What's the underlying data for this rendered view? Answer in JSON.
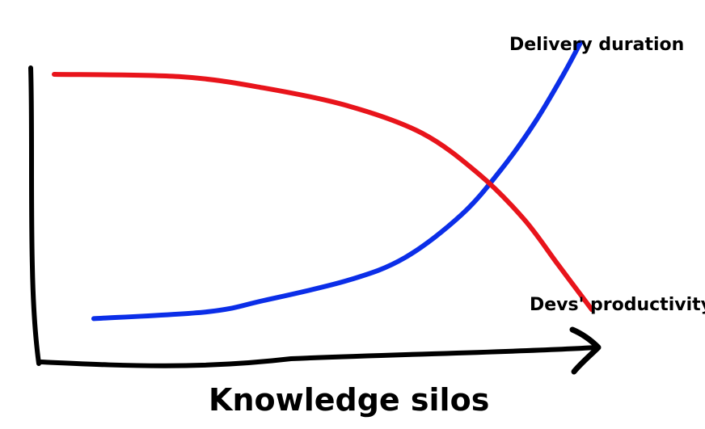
{
  "chart_data": {
    "type": "line",
    "title": "",
    "xlabel": "Knowledge silos",
    "ylabel": "",
    "xlim": [
      0,
      10
    ],
    "ylim": [
      0,
      10
    ],
    "grid": false,
    "legend": "none",
    "series": [
      {
        "name": "Delivery duration",
        "color": "#0b2ee8",
        "x": [
          0,
          2,
          3,
          4.5,
          5.5,
          6.5,
          7.2,
          7.8,
          8.3,
          8.6
        ],
        "y": [
          0.2,
          0.5,
          1.0,
          1.9,
          2.9,
          4.8,
          6.8,
          8.9,
          11.0,
          12.4
        ]
      },
      {
        "name": "Devs' productivity",
        "color": "#e8141b",
        "x": [
          -0.7,
          1.5,
          3.0,
          4.5,
          5.8,
          6.8,
          7.6,
          8.2,
          8.8
        ],
        "y": [
          11.0,
          10.9,
          10.4,
          9.6,
          8.4,
          6.6,
          4.6,
          2.6,
          0.6
        ]
      }
    ]
  }
}
